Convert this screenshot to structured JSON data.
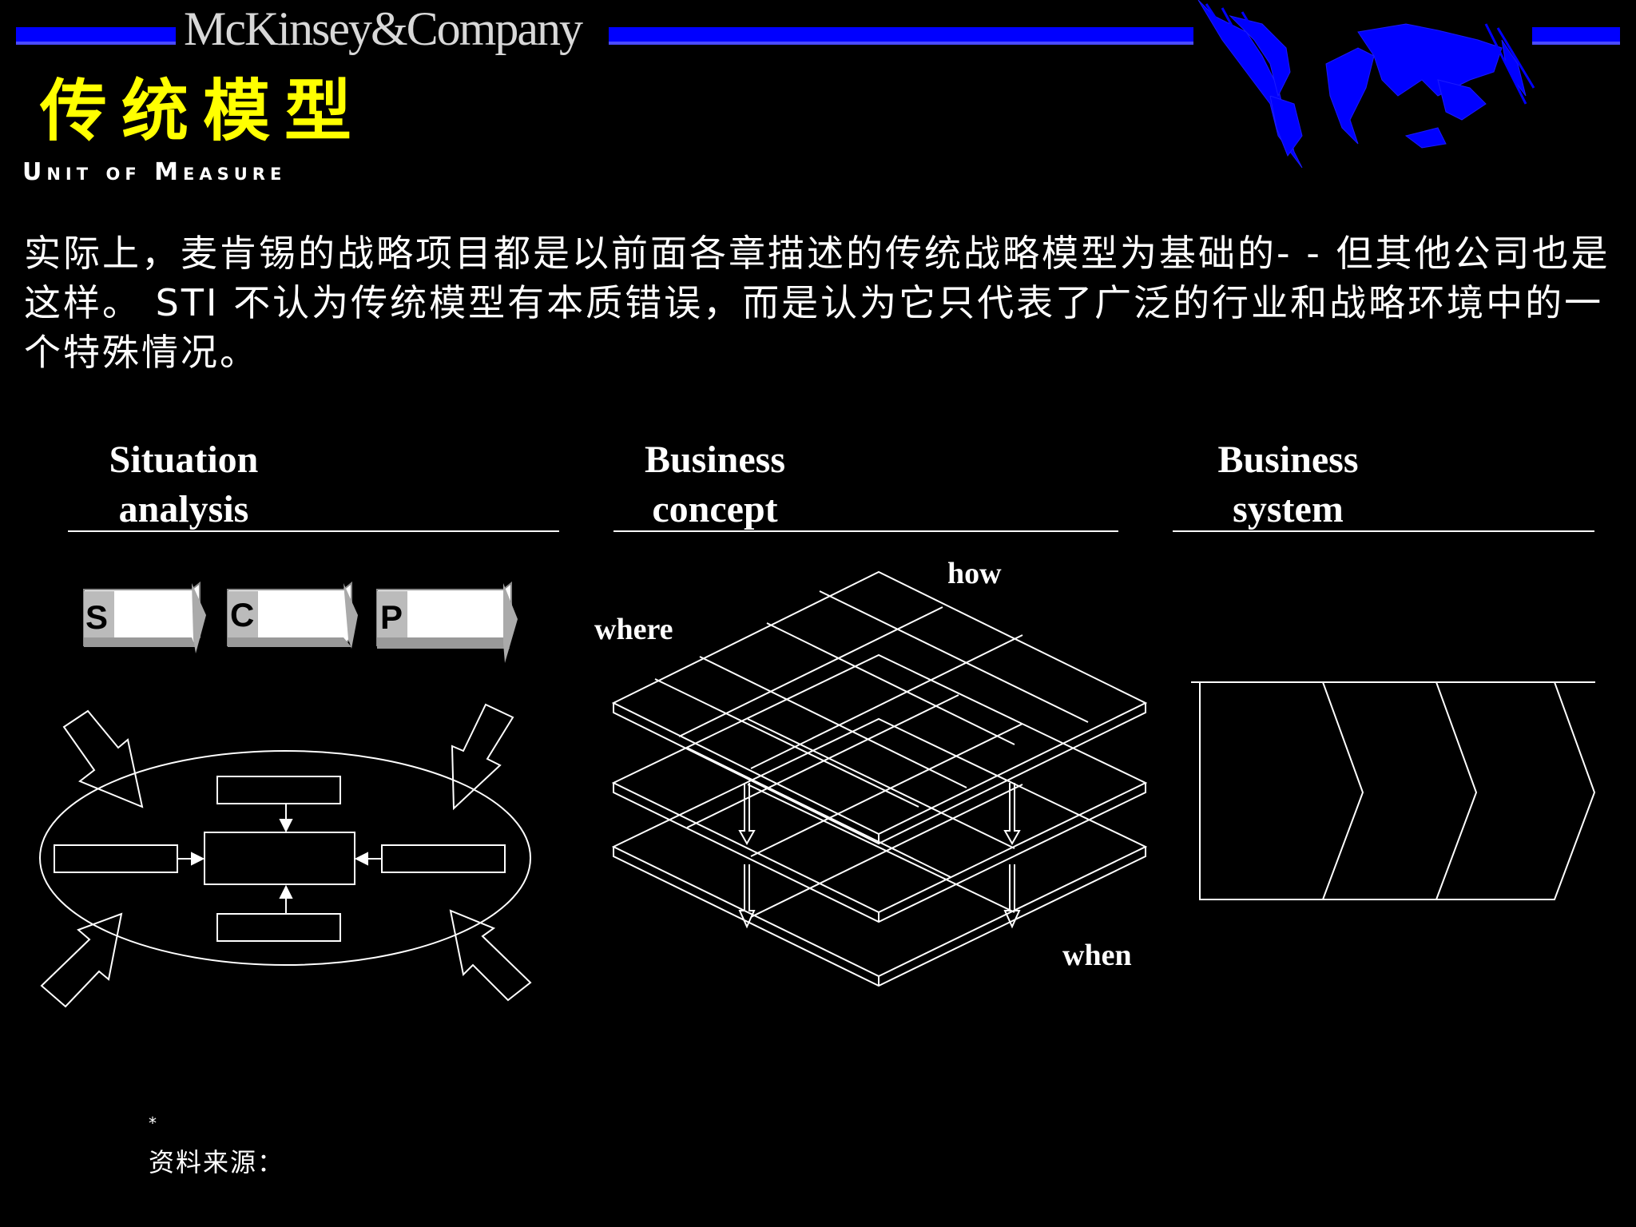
{
  "header": {
    "brand": "McKinsey&Company",
    "title": "传统模型",
    "subtitle": "Unit of Measure",
    "accent_color": "#0000ff",
    "title_color": "#ffff00"
  },
  "body_text": "实际上，麦肯锡的战略项目都是以前面各章描述的传统战略模型为基础的- - 但其他公司也是这样。 STI 不认为传统模型有本质错误，而是认为它只代表了广泛的行业和战略环境中的一个特殊情况。",
  "columns": [
    {
      "line1": "Situation",
      "line2": "analysis"
    },
    {
      "line1": "Business",
      "line2": "concept"
    },
    {
      "line1": "Business",
      "line2": "system"
    }
  ],
  "scp": [
    "S",
    "C",
    "P"
  ],
  "business_concept_labels": {
    "how": "how",
    "where": "where",
    "when": "when"
  },
  "footnote": {
    "mark": "*",
    "source": "资料来源："
  }
}
